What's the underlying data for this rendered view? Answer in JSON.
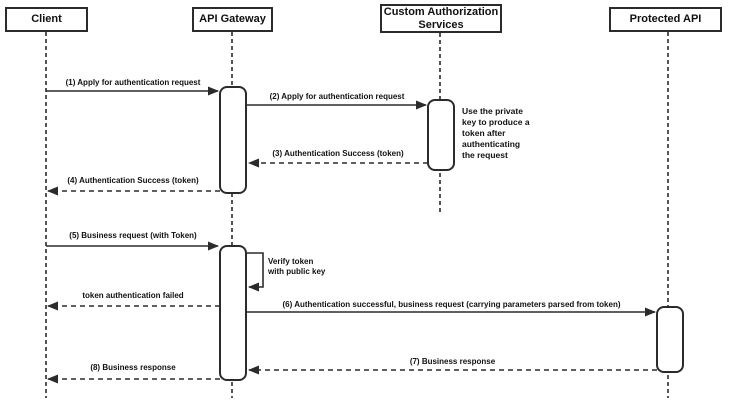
{
  "colors": {
    "stroke": "#2b2b2b",
    "text": "#111111",
    "background": "#ffffff"
  },
  "diagram": {
    "type": "sequence",
    "actors": [
      {
        "label": "Client"
      },
      {
        "label": "API Gateway"
      },
      {
        "label": "Custom Authorization\nServices"
      },
      {
        "label": "Protected API"
      }
    ],
    "messages": [
      {
        "label": "(1) Apply for authentication request",
        "from": "Client",
        "to": "API Gateway",
        "style": "solid"
      },
      {
        "label": "(2) Apply for authentication request",
        "from": "API Gateway",
        "to": "Custom Authorization Services",
        "style": "solid"
      },
      {
        "label": "(3) Authentication Success (token)",
        "from": "Custom Authorization Services",
        "to": "API Gateway",
        "style": "dashed"
      },
      {
        "label": "(4) Authentication Success (token)",
        "from": "API Gateway",
        "to": "Client",
        "style": "dashed"
      },
      {
        "label": "(5) Business request (with Token)",
        "from": "Client",
        "to": "API Gateway",
        "style": "solid"
      },
      {
        "label": "Verify token\nwith public key",
        "from": "API Gateway",
        "to": "API Gateway",
        "style": "self"
      },
      {
        "label": "token authentication failed",
        "from": "API Gateway",
        "to": "Client",
        "style": "dashed"
      },
      {
        "label": "(6) Authentication successful, business request (carrying parameters parsed from token)",
        "from": "API Gateway",
        "to": "Protected API",
        "style": "solid"
      },
      {
        "label": "(7) Business response",
        "from": "Protected API",
        "to": "API Gateway",
        "style": "dashed"
      },
      {
        "label": "(8) Business response",
        "from": "API Gateway",
        "to": "Client",
        "style": "dashed"
      }
    ],
    "note": "Use the private\nkey to produce a\ntoken after\nauthenticating\nthe request"
  }
}
